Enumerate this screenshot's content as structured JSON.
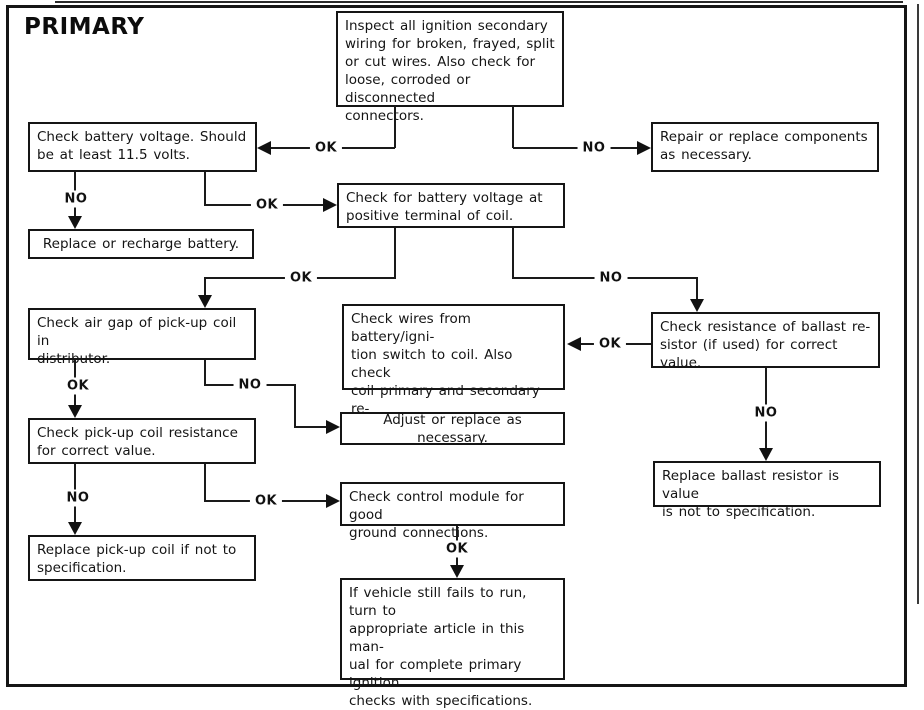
{
  "title": "PRIMARY",
  "flowchart": {
    "nodes": {
      "inspect_wiring": "Inspect all ignition secondary\nwiring for broken, frayed, split\nor cut wires. Also check for\nloose, corroded or disconnected\nconnectors.",
      "check_battery": "Check battery voltage. Should\nbe at least 11.5 volts.",
      "repair_components": "Repair or replace components\nas necessary.",
      "replace_recharge": "Replace or recharge battery.",
      "check_coil_voltage": "Check for battery voltage at\npositive terminal of coil.",
      "check_air_gap": "Check air gap of pick-up coil in\ndistributor.",
      "check_wires": "Check wires from battery/igni-\ntion switch to coil. Also check\ncoil primary and secondary re-\nsistance.",
      "check_ballast": "Check resistance of ballast re-\nsistor (if used) for correct value.",
      "adjust_replace": "Adjust or replace as necessary.",
      "check_pickup_resistance": "Check pick-up coil resistance\nfor correct value.",
      "replace_ballast": "Replace ballast resistor is value\nis not to specification.",
      "check_control_module": "Check control module for good\nground connections.",
      "replace_pickup": "Replace pick-up coil if not to\nspecification.",
      "final_note": "If vehicle still fails to run, turn to\nappropriate article in this man-\nual for complete primary ignition\nchecks with specifications."
    },
    "edge_labels": {
      "inspect_to_battery": "OK",
      "inspect_to_repair": "NO",
      "battery_to_recharge": "NO",
      "battery_to_coilvolt": "OK",
      "coilvolt_to_airgap": "OK",
      "coilvolt_to_ballast": "NO",
      "airgap_to_pickup": "OK",
      "airgap_to_adjust": "NO",
      "pickup_to_replacepickup": "NO",
      "pickup_to_module": "OK",
      "ballast_to_wires": "OK",
      "ballast_to_replaceballast": "NO",
      "module_to_final": "OK"
    }
  }
}
